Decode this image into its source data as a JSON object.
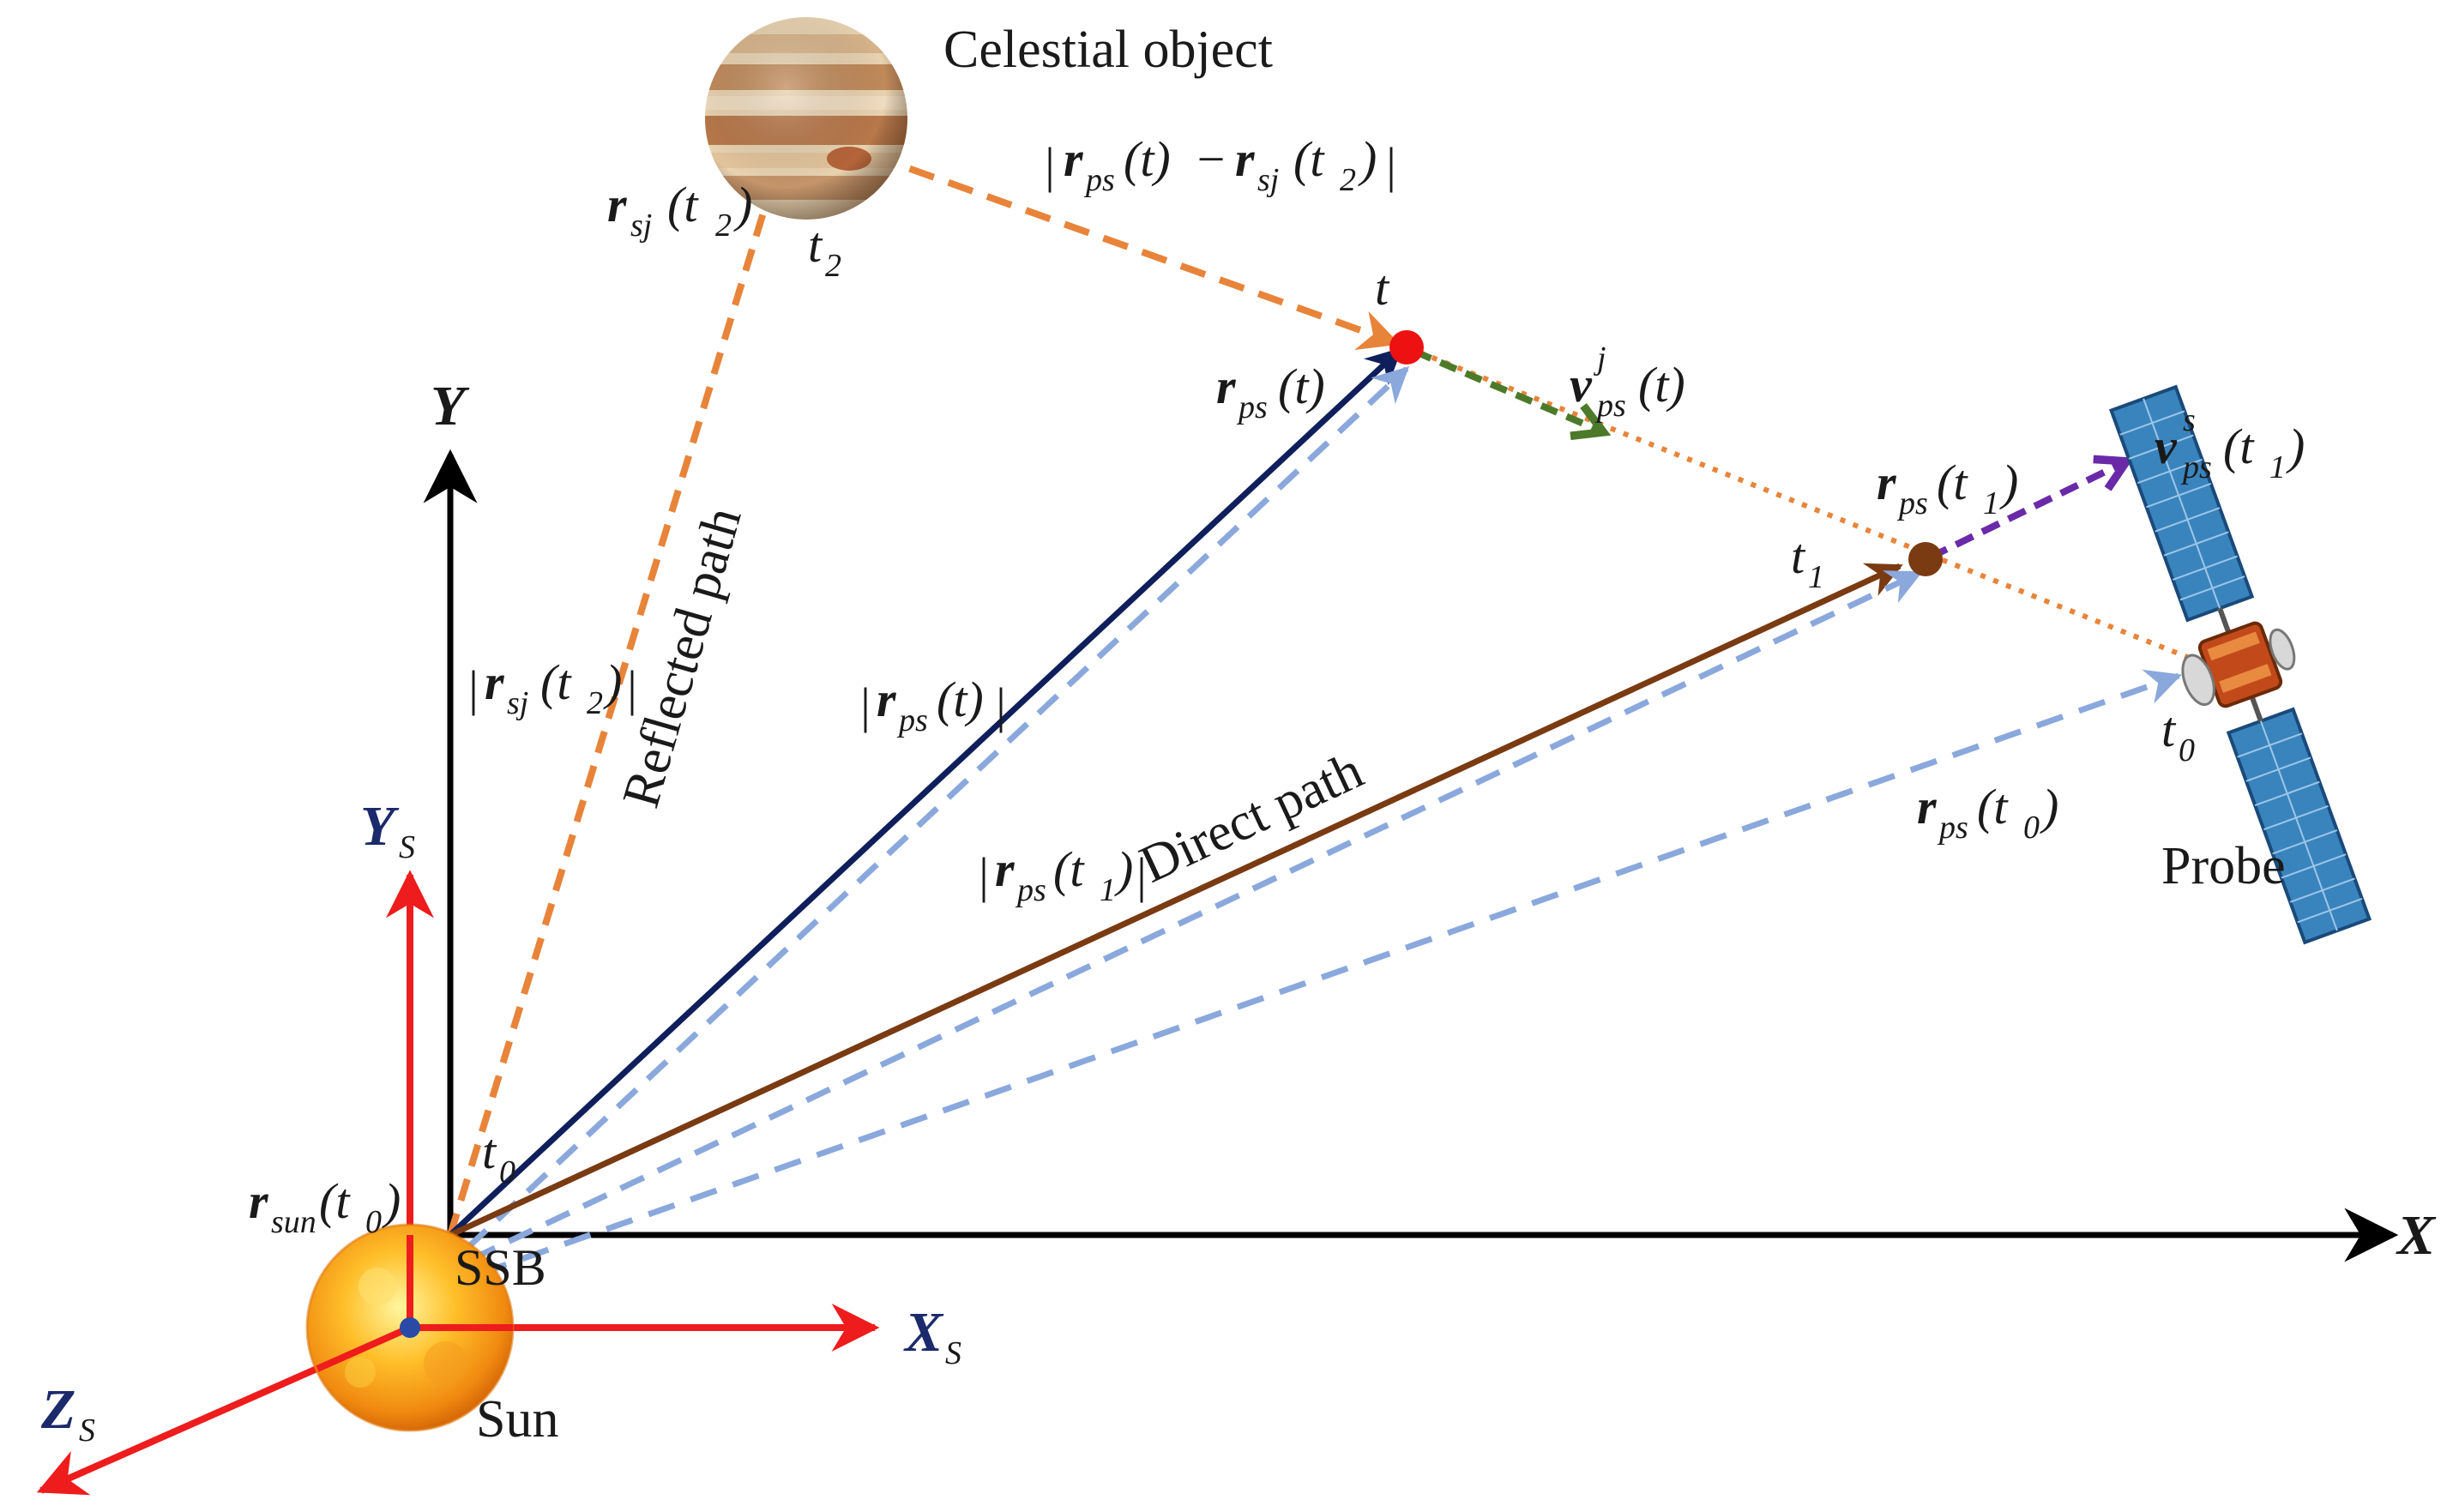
{
  "labels": {
    "celestial_object": "Celestial object",
    "probe": "Probe",
    "sun": "Sun",
    "ssb": "SSB",
    "reflected_path": "Reflected path",
    "direct_path": "Direct path",
    "axis_x": "X",
    "axis_y": "Y",
    "axis_xs": "X",
    "axis_ys": "Y",
    "axis_zs": "Z",
    "axis_sub_s": "S"
  },
  "math": {
    "r": "r",
    "v": "v",
    "t": "t",
    "sub_ps": "ps",
    "sub_sj": "sj",
    "sub_sun": "sun",
    "sup_j": "j",
    "sup_s": "s",
    "arg_t": "(t)",
    "arg_t0": "(t",
    "arg_t1": "(t",
    "arg_t2": "(t",
    "close_paren": ")",
    "idx_0": "0",
    "idx_1": "1",
    "idx_2": "2",
    "minus": "−",
    "bar": "|"
  },
  "colors": {
    "orange": "#e8843a",
    "navy": "#0f1f5c",
    "brown": "#7a3a12",
    "light_blue": "#8aa8dc",
    "green": "#4d7a2a",
    "purple": "#6a2aa8",
    "red_axis": "#ee1c1c",
    "black": "#000000",
    "point_t": "#ee1111",
    "point_t1": "#7a3a12",
    "ssb_dot": "#2a4aa8"
  },
  "icons": {
    "planet": "jupiter-icon",
    "sun": "sun-icon",
    "probe": "satellite-icon"
  }
}
